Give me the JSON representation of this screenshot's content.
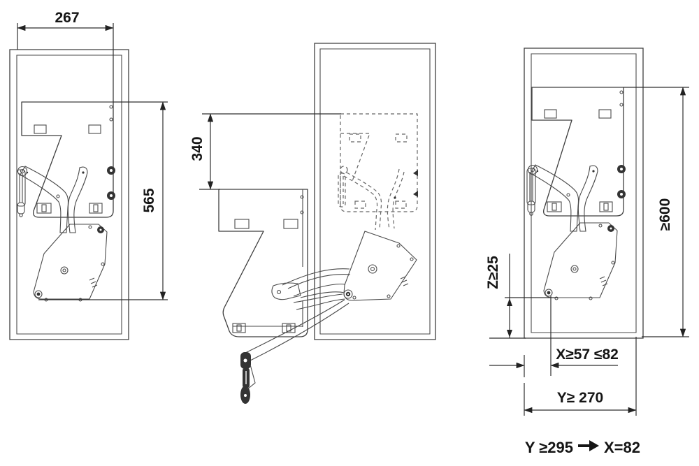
{
  "diagram": {
    "kind": "cabinet-lift-fitting-installation-drawing",
    "views": {
      "closed": {
        "dim_width_top": "267",
        "dim_height_right": "565"
      },
      "open": {
        "dim_drop_left": "340"
      },
      "install": {
        "dim_height_min": "≥600",
        "dim_z": "Z≥25",
        "dim_x": "X≥57 ≤82",
        "dim_y": "Y≥ 270"
      }
    },
    "note": {
      "condition": "Y ≥295",
      "result": "X=82",
      "arrow_icon": "right-arrow"
    },
    "colors": {
      "line": "#3f3f3f",
      "dashed_line": "#666666",
      "text": "#151515",
      "background": "#ffffff"
    }
  }
}
